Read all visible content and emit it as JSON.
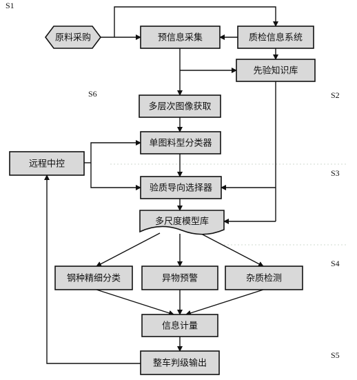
{
  "stages": {
    "s1": "S1",
    "s2": "S2",
    "s3": "S3",
    "s4": "S4",
    "s5": "S5",
    "s6": "S6"
  },
  "nodes": {
    "raw_purchase": "原料采购",
    "pre_info": "预信息采集",
    "qc_system": "质检信息系统",
    "prior_kb": "先验知识库",
    "multi_image": "多层次图像获取",
    "single_classifier": "单图料型分类器",
    "remote_control": "远程中控",
    "quality_selector": "验质导向选择器",
    "multiscale_model": "多尺度模型库",
    "steel_classify": "钢种精细分类",
    "foreign_alert": "异物预警",
    "impurity_detect": "杂质检测",
    "info_measure": "信息计量",
    "vehicle_output": "整车判级输出"
  },
  "colors": {
    "box_fill": "#d9d9d9",
    "line": "#111111"
  }
}
